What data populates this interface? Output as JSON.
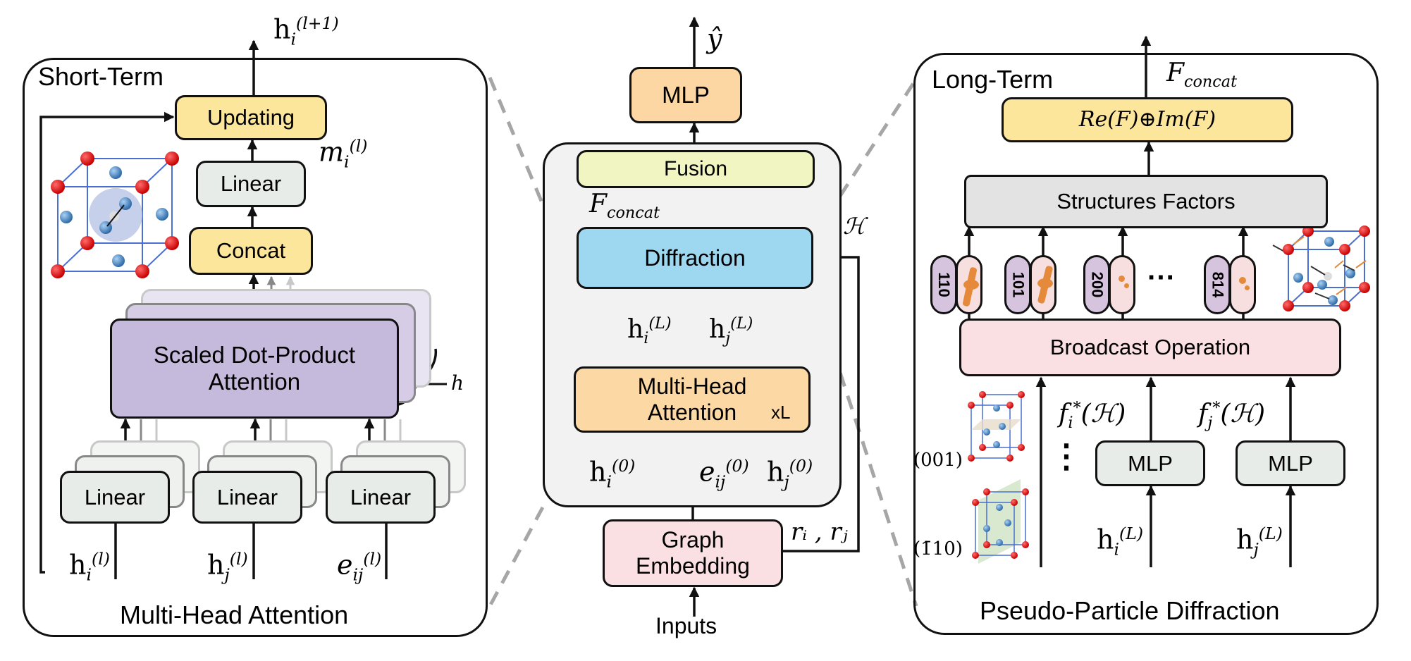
{
  "short_term": {
    "title": "Short-Term",
    "caption": "Multi-Head Attention",
    "output_label": {
      "base": "h",
      "sub": "i",
      "sup": "(l+1)"
    },
    "message_label": {
      "base": "m",
      "sub": "i",
      "sup": "(l)"
    },
    "updating": "Updating",
    "linear_top": "Linear",
    "concat": "Concat",
    "sdpa_line1": "Scaled Dot-Product",
    "sdpa_line2": "Attention",
    "heads_label": "h",
    "linears": [
      "Linear",
      "Linear",
      "Linear"
    ],
    "inputs": [
      {
        "base": "h",
        "sub": "i",
        "sup": "(l)"
      },
      {
        "base": "h",
        "sub": "j",
        "sup": "(l)"
      },
      {
        "base": "e",
        "sub": "ij",
        "sup": "(l)"
      }
    ]
  },
  "center": {
    "output_label": "ŷ",
    "mlp": "MLP",
    "fusion": "Fusion",
    "fconcat": {
      "base": "F",
      "sub": "concat"
    },
    "diffraction": "Diffraction",
    "hamiltonian": "ℋ",
    "hL": [
      {
        "base": "h",
        "sub": "i",
        "sup": "(L)"
      },
      {
        "base": "h",
        "sub": "j",
        "sup": "(L)"
      }
    ],
    "mha_line1": "Multi-Head",
    "mha_line2": "Attention",
    "repeat": "xL",
    "h0": [
      {
        "base": "h",
        "sub": "i",
        "sup": "(0)"
      },
      {
        "base": "e",
        "sub": "ij",
        "sup": "(0)"
      },
      {
        "base": "h",
        "sub": "j",
        "sup": "(0)"
      }
    ],
    "embed_line1": "Graph",
    "embed_line2": "Embedding",
    "positions": "rᵢ , rⱼ",
    "inputs": "Inputs"
  },
  "long_term": {
    "title": "Long-Term",
    "caption": "Pseudo-Particle Diffraction",
    "output_label": {
      "base": "F",
      "sub": "concat"
    },
    "combine": "Re(F)⊕Im(F)",
    "structure_factors": "Structures Factors",
    "miller_indices": [
      "110",
      "101",
      "200",
      "814"
    ],
    "ellipsis": "···",
    "broadcast": "Broadcast Operation",
    "planes": [
      "(001)",
      "(1̄10)"
    ],
    "vdots": "⋮",
    "form_factors": [
      {
        "base": "f",
        "sub": "i",
        "sup": "*",
        "arg": "(ℋ)"
      },
      {
        "base": "f",
        "sub": "j",
        "sup": "*",
        "arg": "(ℋ)"
      }
    ],
    "mlps": [
      "MLP",
      "MLP"
    ],
    "inputs": [
      {
        "base": "h",
        "sub": "i",
        "sup": "(L)"
      },
      {
        "base": "h",
        "sub": "j",
        "sup": "(L)"
      }
    ]
  },
  "colors": {
    "yellow": "#fbe69b",
    "gray_green": "#e8ece8",
    "purple": "#c5b9dc",
    "orange": "#fcd7a4",
    "light_yellow": "#f1f5c1",
    "blue": "#9dd7f0",
    "pink": "#fbe0e3",
    "light_gray": "#e3e3e3",
    "panel_gray": "#f2f2f2",
    "dashed": "#a6a6a6"
  }
}
